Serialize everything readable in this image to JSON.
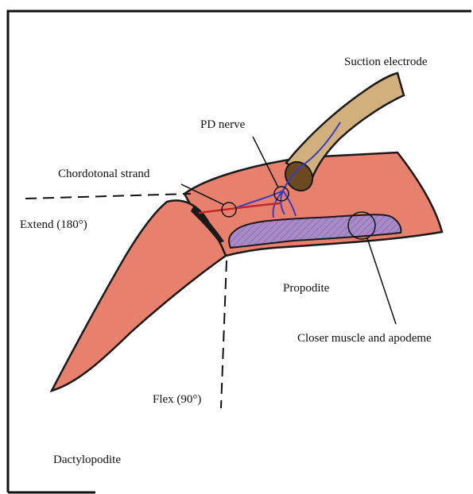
{
  "labels": {
    "suction_electrode": "Suction electrode",
    "pd_nerve": "PD nerve",
    "chordotonal_strand": "Chordotonal strand",
    "extend": "Extend (180°)",
    "propodite": "Propodite",
    "closer_muscle": "Closer muscle and apodeme",
    "flex": "Flex (90°)",
    "dactylopodite": "Dactylopodite"
  },
  "colors": {
    "shell": "#e8806e",
    "shell_outline": "#1a1a1a",
    "muscle": "#a98ac8",
    "electrode": "#d2b07e",
    "electrode_tip": "#6b4a22",
    "nerve": "#3b3bc0",
    "strand": "#c0282a"
  }
}
